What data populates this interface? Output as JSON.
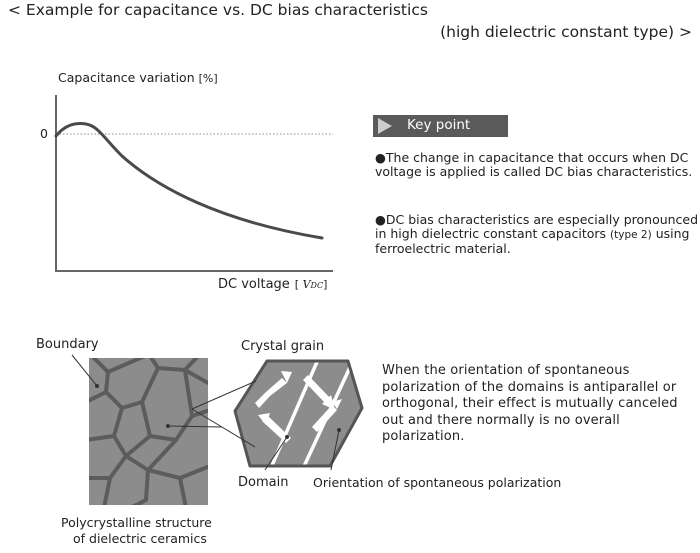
{
  "header": {
    "title_line1": "< Example for capacitance vs. DC bias characteristics",
    "title_line2": "(high dielectric constant type) >"
  },
  "chart": {
    "y_label": "Capacitance variation",
    "y_unit": "[%]",
    "zero_label": "0",
    "x_label": "DC voltage",
    "x_unit_open": "[",
    "x_unit_var": "V",
    "x_unit_sub": "DC",
    "x_unit_close": "]",
    "line_color": "#4a4a4a"
  },
  "key_point": {
    "heading": "Key point",
    "point1": "●The change in capacitance that occurs when DC voltage is applied is called DC bias characteristics.",
    "point2_before": "●DC bias characteristics are especially pronounced in high dielectric constant capacitors ",
    "point2_type": "(type 2)",
    "point2_after": " using ferroelectric material."
  },
  "diagram": {
    "boundary_label": "Boundary",
    "crystal_grain_label": "Crystal grain",
    "domain_label": "Domain",
    "orientation_label": "Orientation of spontaneous polarization",
    "caption_line1": "Polycrystalline structure",
    "caption_line2": "of dielectric ceramics",
    "explanation": "When the orientation of spontaneous polarization of the domains is antiparallel or orthogonal, their effect is mutually canceled out and there normally is no overall polarization.",
    "grain_color": "#8c8c8c",
    "boundary_color": "#5c5c5c"
  }
}
